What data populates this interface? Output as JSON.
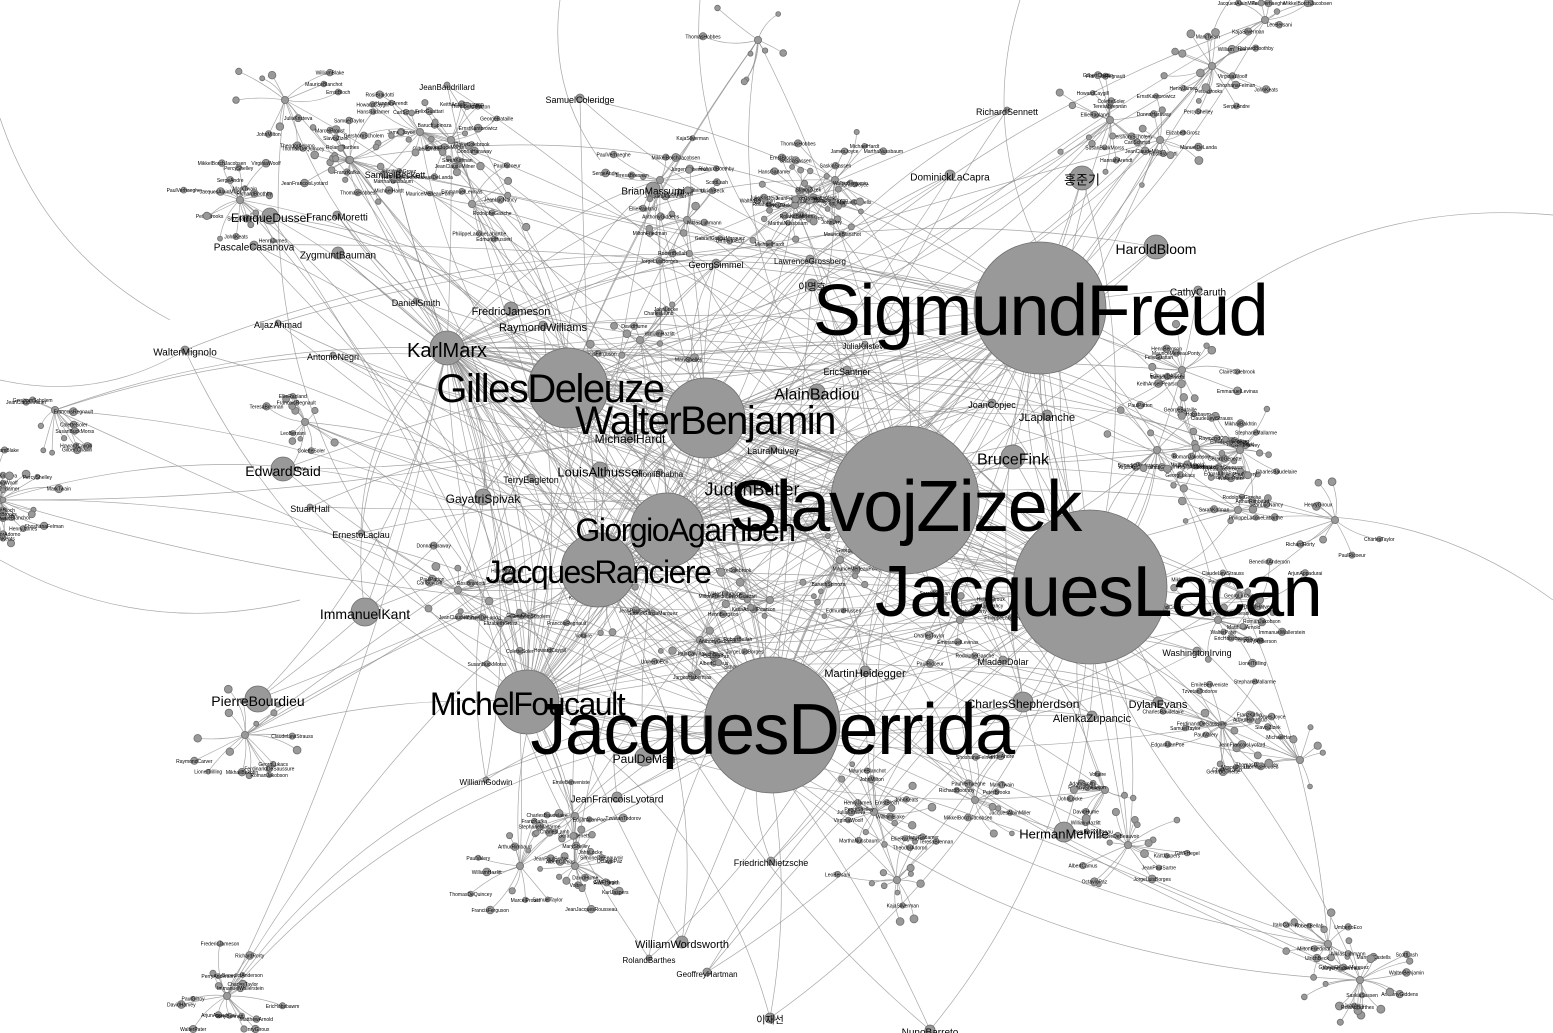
{
  "graph": {
    "node_color": "#999999",
    "edge_color": "#8a8a8a",
    "label_color": "#000000",
    "nodes": [
      {
        "id": "SigmundFreud",
        "label": "SigmundFreud",
        "weight": 9
      },
      {
        "id": "SlavojZizek",
        "label": "SlavojZizek",
        "weight": 10
      },
      {
        "id": "JacquesLacan",
        "label": "JacquesLacan",
        "weight": 10
      },
      {
        "id": "JacquesDerrida",
        "label": "JacquesDerrida",
        "weight": 10
      },
      {
        "id": "WalterBenjamin",
        "label": "WalterBenjamin",
        "weight": 7
      },
      {
        "id": "GillesDeleuze",
        "label": "GillesDeleuze",
        "weight": 6
      },
      {
        "id": "GiorgioAgamben",
        "label": "GiorgioAgamben",
        "weight": 6
      },
      {
        "id": "JacquesRanciere",
        "label": "JacquesRanciere",
        "weight": 5
      },
      {
        "id": "MichelFoucault",
        "label": "MichelFoucault",
        "weight": 5
      },
      {
        "id": "KarlMarx",
        "label": "KarlMarx",
        "weight": 3
      },
      {
        "id": "JudithButler",
        "label": "JudithButler",
        "weight": 3
      },
      {
        "id": "AlainBadiou",
        "label": "AlainBadiou",
        "weight": 2
      },
      {
        "id": "BruceFink",
        "label": "BruceFink",
        "weight": 2
      },
      {
        "id": "HaroldBloom",
        "label": "HaroldBloom",
        "weight": 2
      },
      {
        "id": "ImmanuelKant",
        "label": "ImmanuelKant",
        "weight": 2
      },
      {
        "id": "EdwardSaid",
        "label": "EdwardSaid",
        "weight": 2
      },
      {
        "id": "PierreBourdieu",
        "label": "PierreBourdieu",
        "weight": 2
      },
      {
        "id": "HermanMelville",
        "label": "HermanMelville",
        "weight": 2
      },
      {
        "id": "CharlesShepherdson",
        "label": "CharlesShepherdson",
        "weight": 2
      },
      {
        "id": "DylanEvans",
        "label": "DylanEvans",
        "weight": 1
      },
      {
        "id": "AlenkaZupancic",
        "label": "AlenkaZupancic",
        "weight": 1
      },
      {
        "id": "MartinHeidegger",
        "label": "MartinHeidegger",
        "weight": 1
      },
      {
        "id": "LouisAlthusser",
        "label": "LouisAlthusser",
        "weight": 1
      },
      {
        "id": "MichaelHardt",
        "label": "MichaelHardt",
        "weight": 1
      },
      {
        "id": "GayatriSpivak",
        "label": "GayatriSpivak",
        "weight": 1
      },
      {
        "id": "FredricJameson",
        "label": "FredricJameson",
        "weight": 1
      },
      {
        "id": "RaymondWilliams",
        "label": "RaymondWilliams",
        "weight": 1
      },
      {
        "id": "PaulDeMan",
        "label": "PaulDeMan",
        "weight": 1
      },
      {
        "id": "WilliamWordsworth",
        "label": "WilliamWordsworth",
        "weight": 1
      },
      {
        "id": "EnriqueDussel",
        "label": "EnriqueDussel",
        "weight": 1
      },
      {
        "id": "ZygmuntBauman",
        "label": "ZygmuntBauman",
        "weight": 1
      },
      {
        "id": "FrancoMoretti",
        "label": "FrancoMoretti",
        "weight": 1
      },
      {
        "id": "PascaleCasanova",
        "label": "PascaleCasanova",
        "weight": 1
      },
      {
        "id": "WalterMignolo",
        "label": "WalterMignolo",
        "weight": 1
      },
      {
        "id": "AijazAhmad",
        "label": "AijazAhmad",
        "weight": 1
      },
      {
        "id": "AntonioNegri",
        "label": "AntonioNegri",
        "weight": 1
      },
      {
        "id": "DanielSmith",
        "label": "DanielSmith",
        "weight": 1
      },
      {
        "id": "JeanBaudrillard",
        "label": "JeanBaudrillard",
        "weight": 1
      },
      {
        "id": "SamuelColeridge",
        "label": "SamuelColeridge",
        "weight": 1
      },
      {
        "id": "SamuelBeckett",
        "label": "SamuelBeckett",
        "weight": 1
      },
      {
        "id": "BrianMassumi",
        "label": "BrianMassumi",
        "weight": 1
      },
      {
        "id": "GeorgSimmel",
        "label": "GeorgSimmel",
        "weight": 1
      },
      {
        "id": "DominickLaCapra",
        "label": "DominickLaCapra",
        "weight": 1
      },
      {
        "id": "RichardSennett",
        "label": "RichardSennett",
        "weight": 1
      },
      {
        "id": "hongjungi",
        "label": "홍준기",
        "weight": 1
      },
      {
        "id": "CathyCaruth",
        "label": "CathyCaruth",
        "weight": 1
      },
      {
        "id": "JLaplanche",
        "label": "JLaplanche",
        "weight": 1
      },
      {
        "id": "JoanCopjec",
        "label": "JoanCopjec",
        "weight": 1
      },
      {
        "id": "EricSantner",
        "label": "EricSantner",
        "weight": 1
      },
      {
        "id": "JuliaKristeva",
        "label": "JuliaKristeva",
        "weight": 1
      },
      {
        "id": "LauraMulvey",
        "label": "LauraMulvey",
        "weight": 1
      },
      {
        "id": "TerryEagleton",
        "label": "TerryEagleton",
        "weight": 1
      },
      {
        "id": "HomiBhabha",
        "label": "HomiBhabha",
        "weight": 1
      },
      {
        "id": "StuartHall",
        "label": "StuartHall",
        "weight": 1
      },
      {
        "id": "ErnestoLaclau",
        "label": "ErnestoLaclau",
        "weight": 1
      },
      {
        "id": "JeanFrancoisLyotard",
        "label": "JeanFrancoisLyotard",
        "weight": 1
      },
      {
        "id": "FriedrichNietzsche",
        "label": "FriedrichNietzsche",
        "weight": 1
      },
      {
        "id": "RolandBarthes",
        "label": "RolandBarthes",
        "weight": 1
      },
      {
        "id": "GeoffreyHartman",
        "label": "GeoffreyHartman",
        "weight": 1
      },
      {
        "id": "WashingtonIrving",
        "label": "WashingtonIrving",
        "weight": 1
      },
      {
        "id": "MladenDolar",
        "label": "MladenDolar",
        "weight": 1
      },
      {
        "id": "LawrenceGrossberg",
        "label": "LawrenceGrossberg",
        "weight": 1
      },
      {
        "id": "WilliamGodwin",
        "label": "WilliamGodwin",
        "weight": 1
      },
      {
        "id": "imyeongho",
        "label": "이명호",
        "weight": 1
      },
      {
        "id": "ijaeseon",
        "label": "이재선",
        "weight": 1
      },
      {
        "id": "NunoBarreto",
        "label": "NunoBarreto",
        "weight": 1
      }
    ],
    "minor_labels": [
      "WalterBenjamin",
      "RolandBarthes",
      "JeanFrancoisLyotard",
      "MichaelHardt",
      "ThomasHobbes",
      "JamesJoyce",
      "SlavojZizek",
      "MarthaNussbaum",
      "HansGadamer",
      "JuliaKristeva",
      "JohnMilton",
      "TheodorAdorno",
      "MauriceBlanchot",
      "ErnstBloch",
      "WilliamBlake",
      "PercyShelley",
      "JohnKeats",
      "VirginiaWoolf",
      "HenryJames",
      "MarkTwain",
      "PeterBrooks",
      "ShoshanaFelman",
      "SergeAndre",
      "RichardBoothby",
      "PaulVerhaeghe",
      "JacquesAlainMiller",
      "MikkelBorchJacobsen",
      "LeoBersani",
      "KajaSilverman",
      "TeresaBrennan",
      "EllieRagland",
      "ColetteSoler",
      "FrancoisRegnault",
      "JeanClaudeMilner",
      "GilbertChaitin",
      "SusanBuckMorss",
      "HowardCaygill",
      "GershomScholem",
      "HannahArendt",
      "CarlSchmitt",
      "ErnstKantorowicz",
      "ElizabethGrosz",
      "DonnaHaraway",
      "RosiBraidotti",
      "ManuelDeLanda",
      "PaulPatton",
      "ClaireColebrook",
      "KeithAnsellPearson",
      "FelixGuattari",
      "HenriBergson",
      "BaruchSpinoza",
      "GeorgeBataille",
      "MauriceMerleauPonty",
      "EdmundHusserl",
      "EmmanuelLevinas",
      "JeanLucNancy",
      "RodolpheGasche",
      "SarahKofman",
      "PhilippeLacoueLabarthe",
      "PaulRicoeur",
      "CharlesTaylor",
      "RichardRorty",
      "HenryGiroux",
      "PaulGilroy",
      "ArjunAppadurai",
      "BenedictAnderson",
      "EricHobsbawm",
      "ImmanuelWallerstein",
      "DavidHarvey",
      "FredericJameson",
      "PerryAnderson",
      "TonyBennett",
      "WalterPater",
      "MatthewArnold",
      "LionelTrilling",
      "RaymondCarver",
      "GeorgLukacs",
      "MikhailBakhtin",
      "RomanJakobson",
      "ClaudeLeviStrauss",
      "FerdinandDeSaussure",
      "EmileBenveniste",
      "GerardGenette",
      "TzvetanTodorov",
      "EdgarAllanPoe",
      "CharlesBaudelaire",
      "StephaneMallarme",
      "ArthurRimbaud",
      "PaulValery",
      "MarcelProust",
      "FranzKafka",
      "SamuelTaylor",
      "ThomasDeQuincey",
      "CharlesLamb",
      "WilliamHazlitt",
      "FrancisFerguson",
      "MaryShelley",
      "JohnLocke",
      "DavidHume",
      "AdamSmith",
      "JeanJacquesRousseau",
      "Voltaire",
      "GWFHegel",
      "KarlJaspers",
      "JeanPaulSartre",
      "SimoneDeBeauvoir",
      "AlbertCamus",
      "OctavioPaz",
      "JorgeLuisBorges",
      "GabrielGarciaMarquez",
      "ItaloCalvino",
      "UmbertoEco",
      "MiltonFriedman",
      "RobertBellah",
      "JurgenHabermas",
      "NiklasLuhmann",
      "AnthonyGiddens",
      "UlrichBeck",
      "ScottLash",
      "JohnUrry",
      "ManuelCastells",
      "SaskiaSassen"
    ]
  }
}
